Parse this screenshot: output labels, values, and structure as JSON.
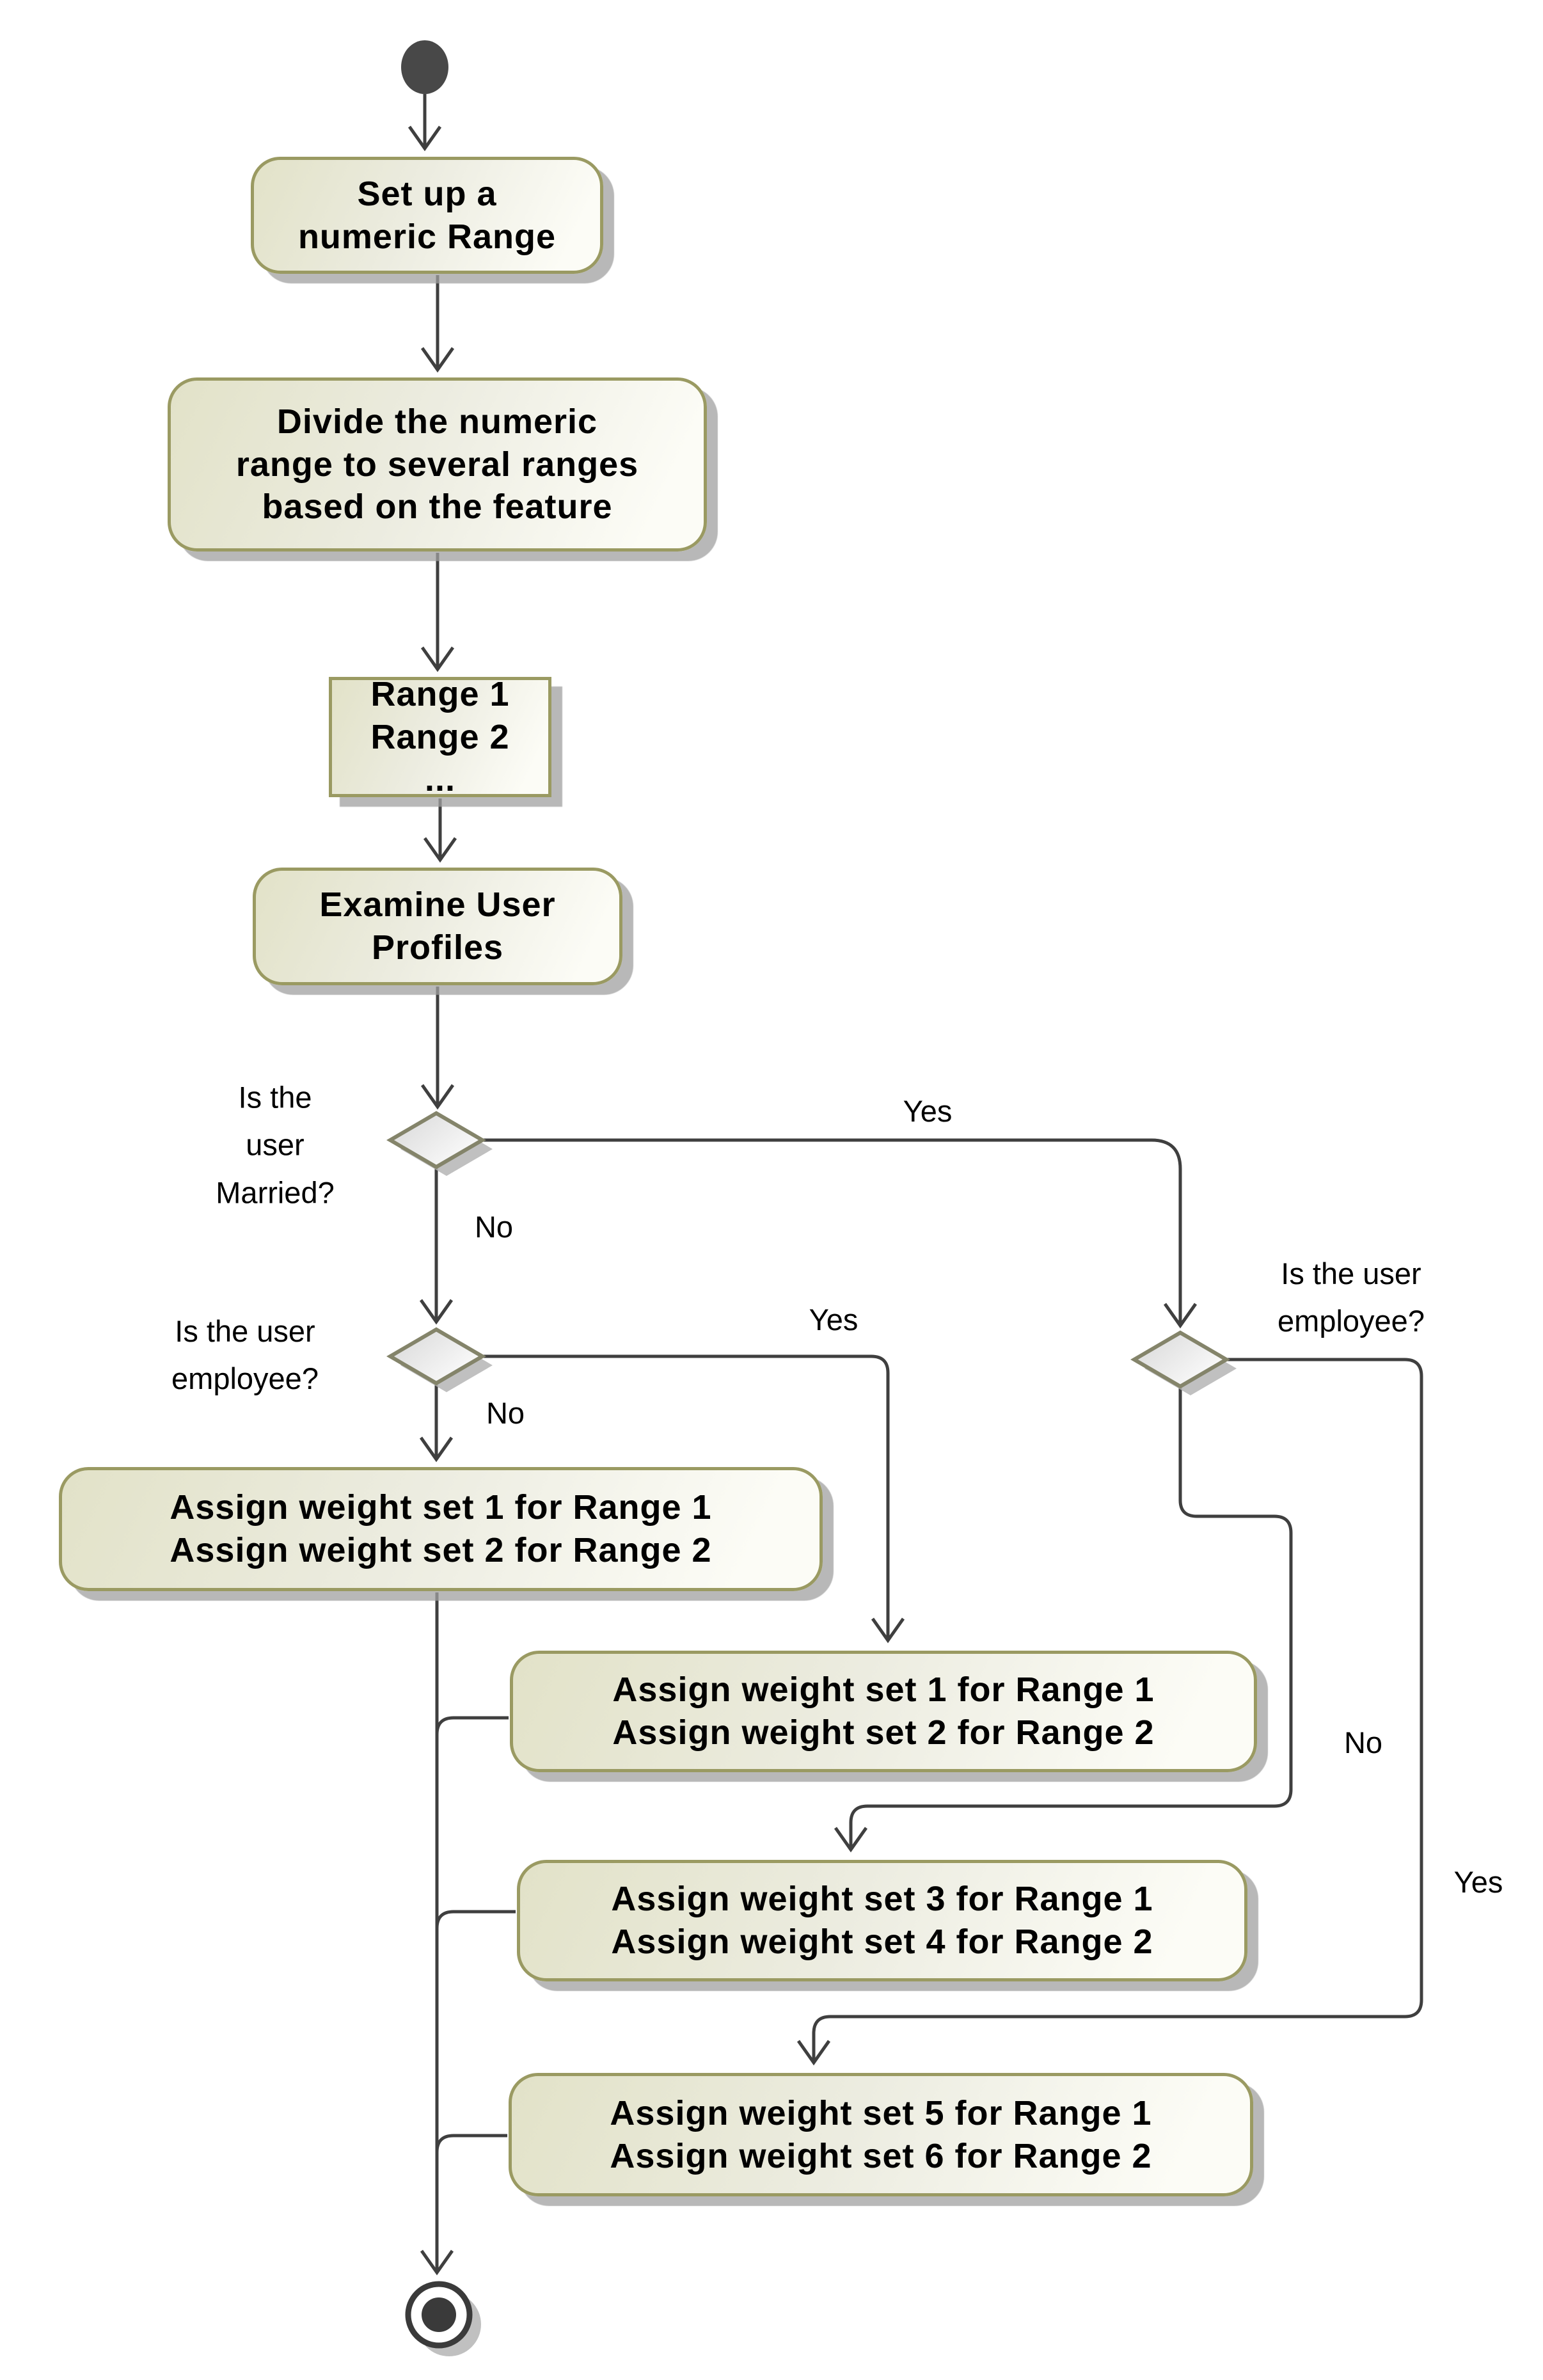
{
  "diagram": {
    "type": "uml-activity-diagram",
    "colors": {
      "activity_border": "#9a9a62",
      "activity_fill_dark": "#e2e2c8",
      "activity_fill_light": "#fcfcf6",
      "decision_border": "#84846a",
      "decision_fill": "#d7d7d7",
      "connector": "#3f3f3f",
      "start_node": "#484848",
      "shadow": "#b0b0b0",
      "text": "#000000"
    },
    "nodes": {
      "start": {
        "kind": "initial-node"
      },
      "box_setup": {
        "label": "Set up a\nnumeric Range"
      },
      "box_divide": {
        "label": "Divide the numeric\nrange to several ranges\nbased on the feature"
      },
      "box_ranges": {
        "label": "Range 1\nRange 2\n..."
      },
      "box_examine": {
        "label": "Examine User\nProfiles"
      },
      "decision_married": {
        "question": "Is the\nuser\nMarried?"
      },
      "decision_employee_left": {
        "question": "Is the user\nemployee?"
      },
      "decision_employee_right": {
        "question": "Is the user\nemployee?"
      },
      "box_assign12_left": {
        "label": "Assign weight set 1 for Range 1\nAssign weight set 2 for Range 2"
      },
      "box_assign12_mid": {
        "label": "Assign weight set 1 for Range 1\nAssign weight set 2 for Range 2"
      },
      "box_assign34": {
        "label": "Assign weight set 3 for Range 1\nAssign weight set 4 for Range 2"
      },
      "box_assign56": {
        "label": "Assign weight set 5 for Range 1\nAssign weight set 6 for Range 2"
      },
      "end": {
        "kind": "final-node"
      }
    },
    "edge_labels": {
      "married_yes": "Yes",
      "married_no": "No",
      "employee_left_yes": "Yes",
      "employee_left_no": "No",
      "employee_right_no": "No",
      "employee_right_yes": "Yes"
    }
  }
}
